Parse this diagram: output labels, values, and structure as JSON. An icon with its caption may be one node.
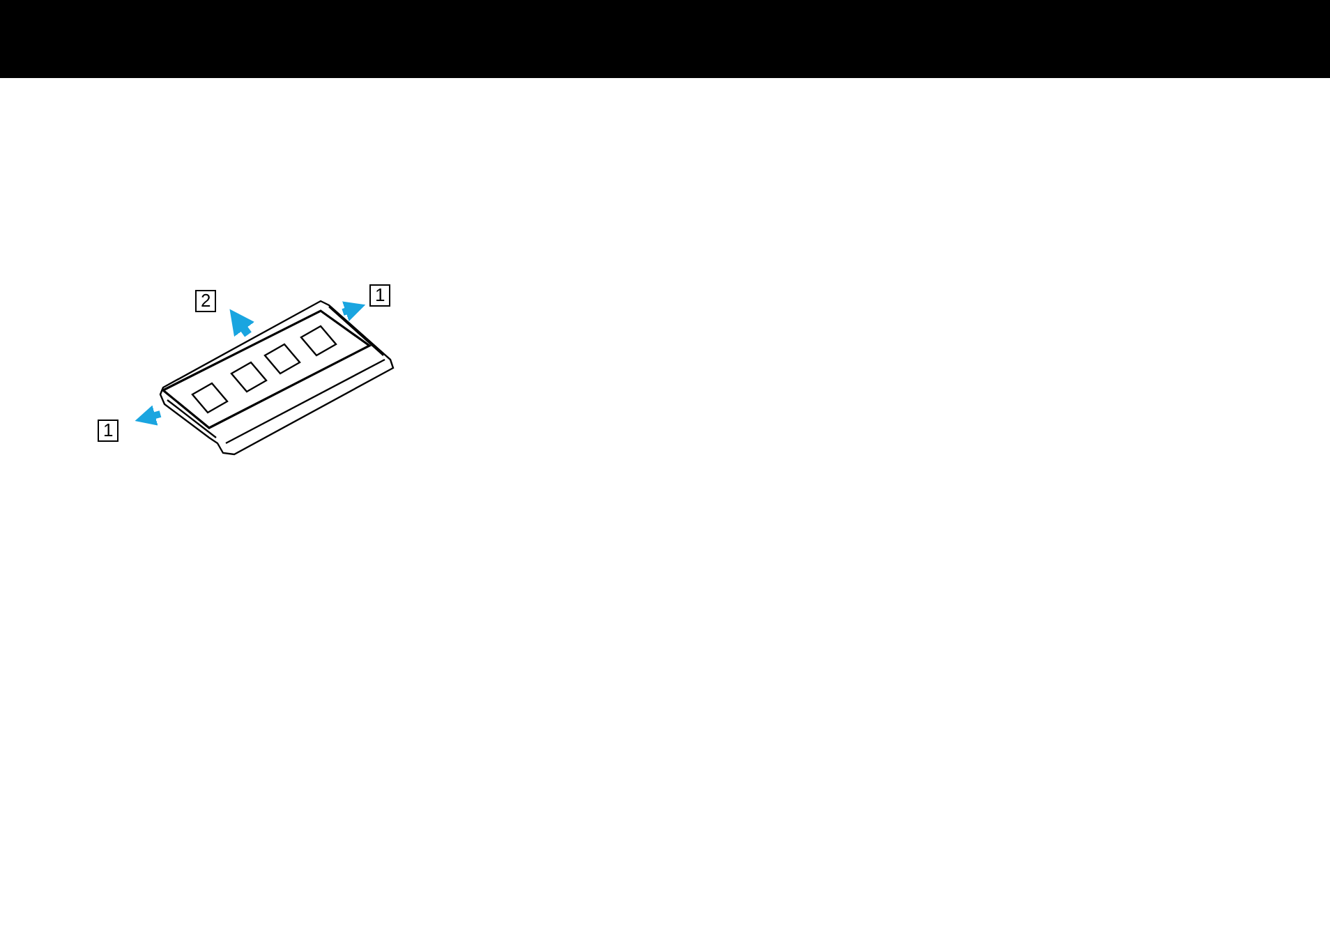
{
  "diagram": {
    "labels": [
      "2",
      "1",
      "1"
    ]
  }
}
